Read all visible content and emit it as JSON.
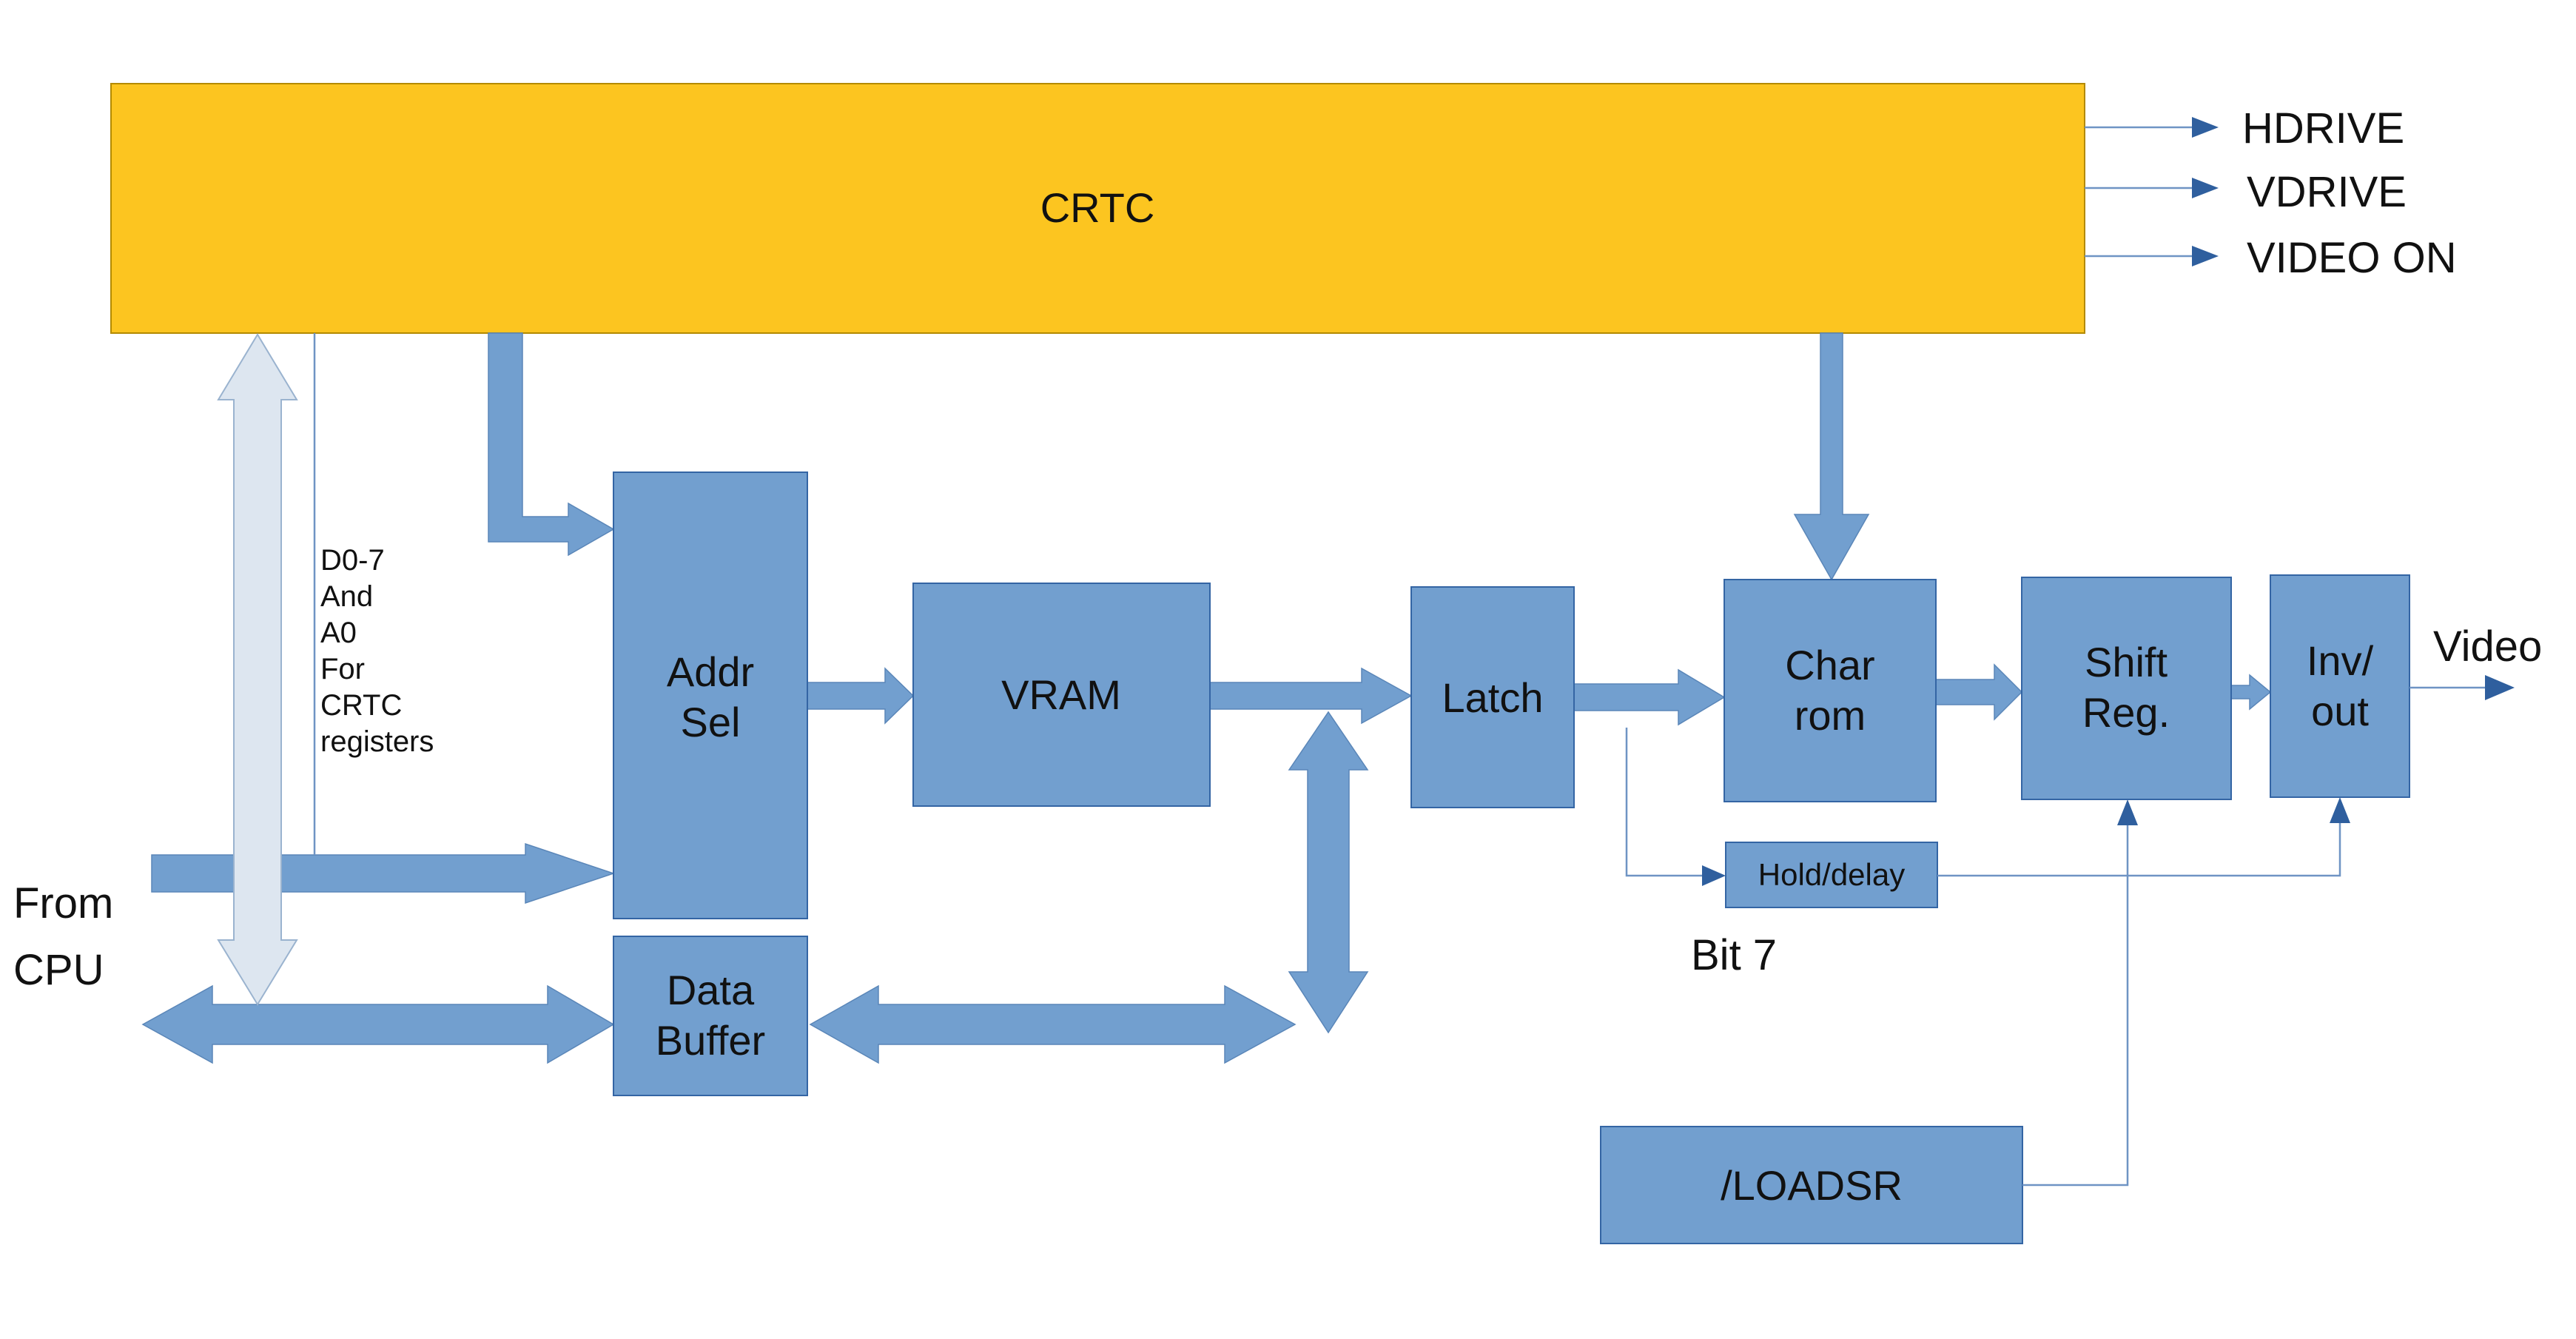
{
  "blocks": {
    "crtc": "CRTC",
    "addr_sel": [
      "Addr",
      "Sel"
    ],
    "data_buffer": [
      "Data",
      "Buffer"
    ],
    "vram": "VRAM",
    "latch": "Latch",
    "char_rom": [
      "Char",
      "rom"
    ],
    "shift_reg": [
      "Shift",
      "Reg."
    ],
    "inv_out": [
      "Inv/",
      "out"
    ],
    "hold_delay": "Hold/delay",
    "loadsr": "/LOADSR"
  },
  "outputs": [
    "HDRIVE",
    "VDRIVE",
    "VIDEO ON"
  ],
  "labels": {
    "from_cpu": [
      "From",
      "CPU"
    ],
    "crtc_bus_note": [
      "D0-7",
      "And",
      "A0",
      "For",
      "CRTC",
      "registers"
    ],
    "bit7": "Bit 7",
    "video": "Video"
  },
  "colors": {
    "block": "#729fcf",
    "crtc": "#fcc520",
    "data_bus_cpu": "#dde6f0"
  }
}
